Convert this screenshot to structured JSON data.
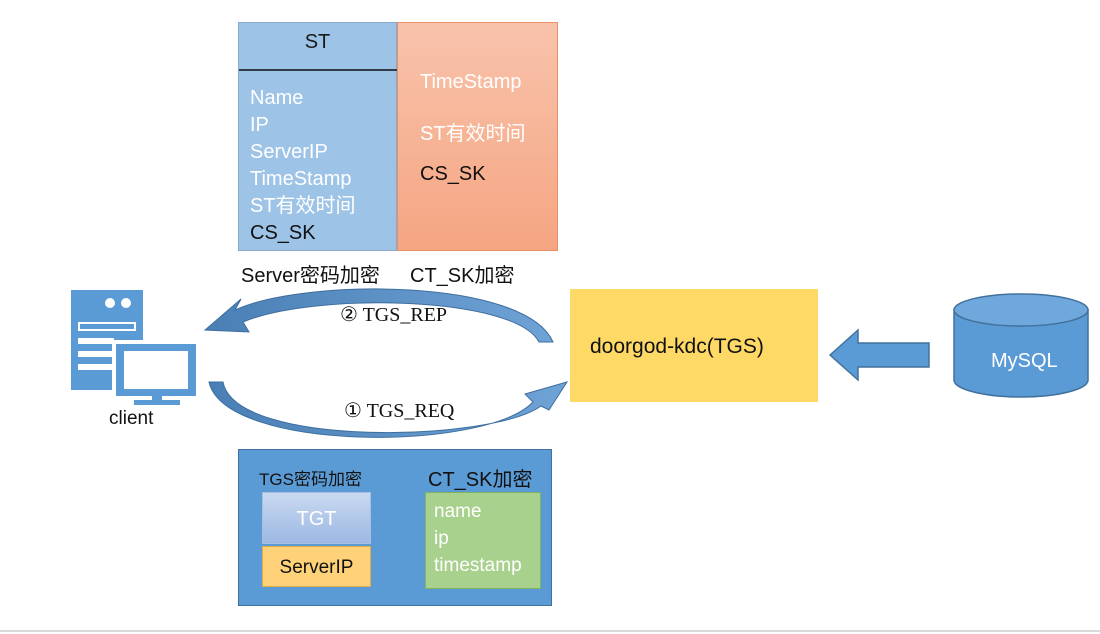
{
  "st": {
    "title": "ST",
    "fields": [
      "Name",
      "IP",
      "ServerIP",
      "TimeStamp",
      "ST有效时间",
      "CS_SK"
    ],
    "right_fields": [
      "TimeStamp",
      "ST有效时间",
      "CS_SK"
    ],
    "caption_left": "Server密码加密",
    "caption_right": "CT_SK加密"
  },
  "kdc": {
    "label": "doorgod-kdc(TGS)"
  },
  "db": {
    "label": "MySQL"
  },
  "client": {
    "label": "client"
  },
  "arrows": {
    "rep": "② TGS_REP",
    "req": "① TGS_REQ"
  },
  "req_packet": {
    "caption_left": "TGS密码加密",
    "caption_right": "CT_SK加密",
    "tgt": "TGT",
    "server_ip": "ServerIP",
    "fields": [
      "name",
      "ip",
      "timestamp"
    ]
  },
  "colors": {
    "st_blue": "#9dc3e6",
    "st_orange": "#f5a582",
    "kdc_yellow": "#ffd966",
    "accent_blue": "#5b9bd5",
    "green": "#a9d18e"
  }
}
